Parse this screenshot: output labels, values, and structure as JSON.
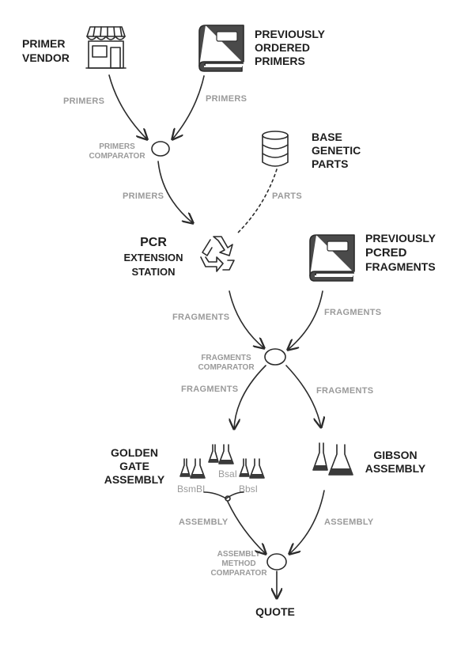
{
  "nodes": {
    "primer_vendor": [
      "PRIMER",
      "VENDOR"
    ],
    "previously_ordered": [
      "PREVIOUSLY",
      "ORDERED",
      "PRIMERS"
    ],
    "primers_comparator": [
      "PRIMERS",
      "COMPARATOR"
    ],
    "base_parts": [
      "BASE",
      "GENETIC",
      "PARTS"
    ],
    "pcr_station": [
      "PCR",
      "EXTENSION",
      "STATION"
    ],
    "previously_pcred": [
      "PREVIOUSLY",
      "PCRED",
      "FRAGMENTS"
    ],
    "fragments_comparator": [
      "FRAGMENTS",
      "COMPARATOR"
    ],
    "golden_gate": [
      "GOLDEN",
      "GATE",
      "ASSEMBLY"
    ],
    "gibson": [
      "GIBSON",
      "ASSEMBLY"
    ],
    "assembly_comparator": [
      "ASSEMBLY",
      "METHOD",
      "COMPARATOR"
    ],
    "quote": "QUOTE"
  },
  "edges": {
    "vendor_to_comparator": "PRIMERS",
    "ordered_to_comparator": "PRIMERS",
    "comparator_to_pcr": "PRIMERS",
    "parts_to_pcr": "PARTS",
    "pcr_to_fragcomp": "FRAGMENTS",
    "pcred_to_fragcomp": "FRAGMENTS",
    "fragcomp_to_golden": "FRAGMENTS",
    "fragcomp_to_gibson": "FRAGMENTS",
    "golden_to_asmcomp": "ASSEMBLY",
    "gibson_to_asmcomp": "ASSEMBLY"
  },
  "enzymes": {
    "bsai": "BsaI",
    "bsmbi": "BsmBI",
    "bbsi": "BbsI"
  },
  "icons": {
    "vendor": "storefront-icon",
    "book": "book-icon",
    "database": "database-icon",
    "recycle": "recycle-icon",
    "flask": "flask-icon"
  },
  "colors": {
    "ink": "#2b2b2b",
    "book_fill": "#4a4a4a",
    "label_gray": "#9a9a9a",
    "flask_liquid": "#3a3a3a"
  }
}
